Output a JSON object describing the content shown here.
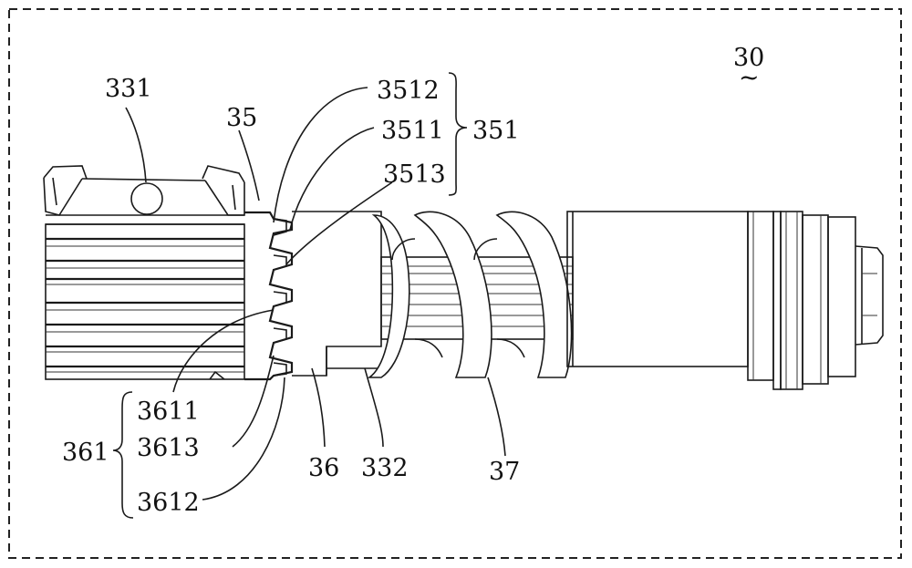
{
  "figure": {
    "assembly_label": "30",
    "tilde": "~",
    "labels": {
      "l331": "331",
      "l35": "35",
      "l3512": "3512",
      "l3511": "3511",
      "l3513": "3513",
      "l351": "351",
      "l3611": "3611",
      "l3613": "3613",
      "l3612": "3612",
      "l361": "361",
      "l36": "36",
      "l332": "332",
      "l37": "37"
    }
  }
}
